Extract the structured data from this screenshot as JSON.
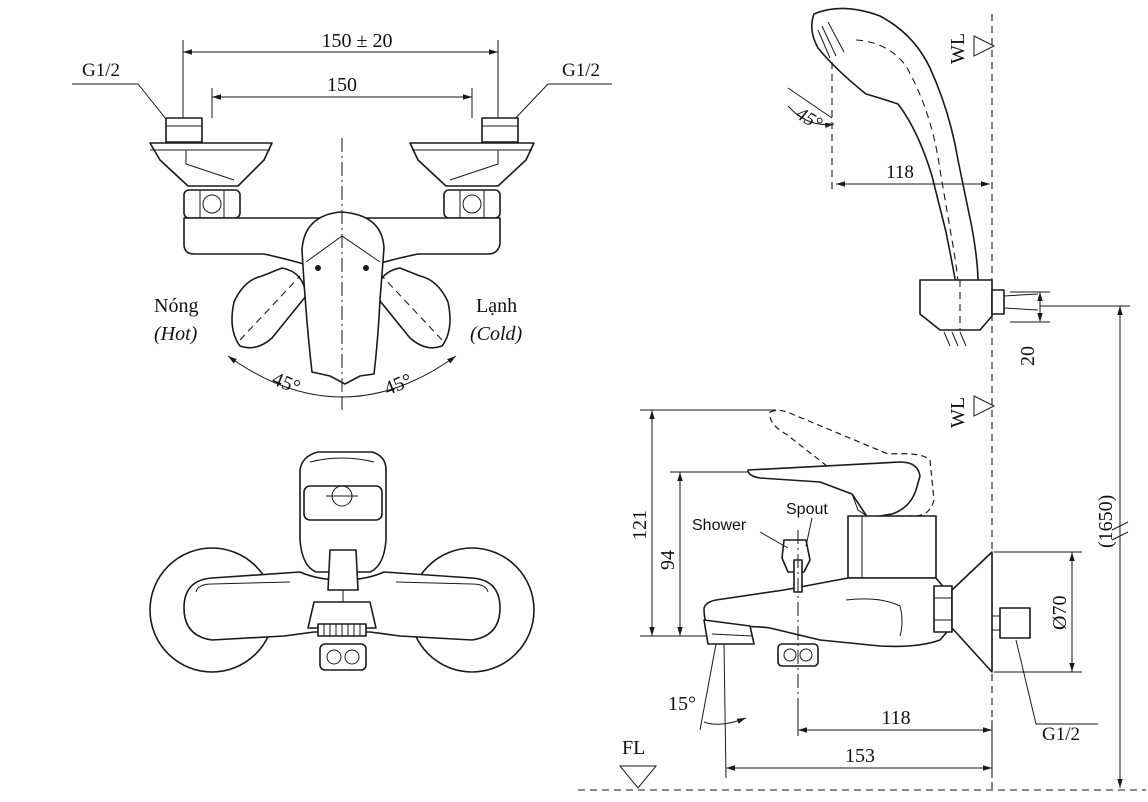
{
  "front_view": {
    "dim_overall": "150 ± 20",
    "dim_centers": "150",
    "thread_left": "G1/2",
    "thread_right": "G1/2",
    "hot_vi": "Nóng",
    "hot_en": "(Hot)",
    "cold_vi": "Lạnh",
    "cold_en": "(Cold)",
    "angle_left": "45°",
    "angle_right": "45°"
  },
  "side_view": {
    "wl_top": "WL",
    "wl_mid": "WL",
    "handshower_angle": "45°",
    "holder_offset": "118",
    "holder_dim": "20",
    "height_total": "(1650)",
    "lever_height": "121",
    "body_height": "94",
    "shower_label": "Shower",
    "spout_label": "Spout",
    "flange_diameter": "Ø70",
    "thread": "G1/2",
    "spout_angle": "15°",
    "outlet_offset": "118",
    "spout_projection": "153",
    "floor_label": "FL"
  }
}
